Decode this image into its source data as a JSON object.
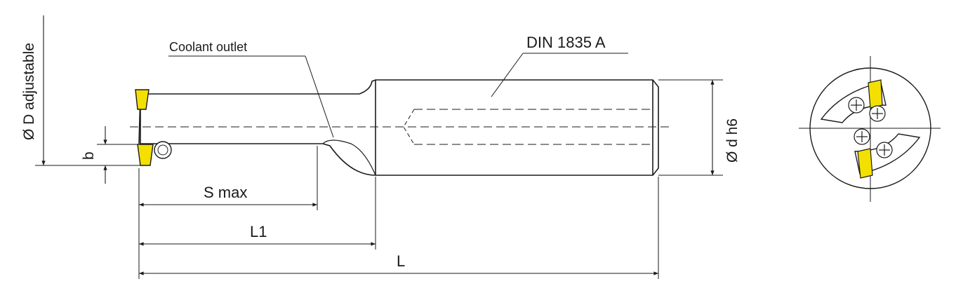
{
  "labels": {
    "diameter_D": "Ø D adjustable",
    "b": "b",
    "coolant": "Coolant outlet",
    "din": "DIN 1835 A",
    "diameter_d": "Ø d h6",
    "s_max": "S max",
    "l1": "L1",
    "l": "L"
  },
  "colors": {
    "insert": "#f3e000",
    "line": "#1a1a1a"
  }
}
